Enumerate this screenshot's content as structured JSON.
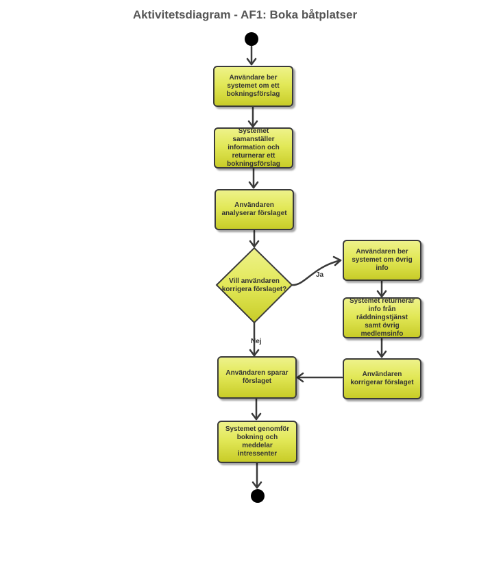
{
  "title": "Aktivitetsdiagram - AF1: Boka båtplatser",
  "colors": {
    "fill": "#e2e858",
    "stroke": "#3a3a3a",
    "text": "#333333"
  },
  "activities": {
    "a1": "Användare ber systemet om ett bokningsförslag",
    "a2": "Systemet samanställer information och returnerar ett bokningsförslag",
    "a3": "Användaren analyserar förslaget",
    "a4": "Användaren ber systemet om övrig info",
    "a5": "Systemet returnerar info från räddningstjänst samt övrig medlemsinfo",
    "a6": "Användaren korrigerar förslaget",
    "a7": "Användaren sparar förslaget",
    "a8": "Systemet genomför bokning och meddelar intressenter"
  },
  "decision": {
    "text": "Vill användaren korrigera förslaget?",
    "yes": "Ja",
    "no": "Nej"
  }
}
